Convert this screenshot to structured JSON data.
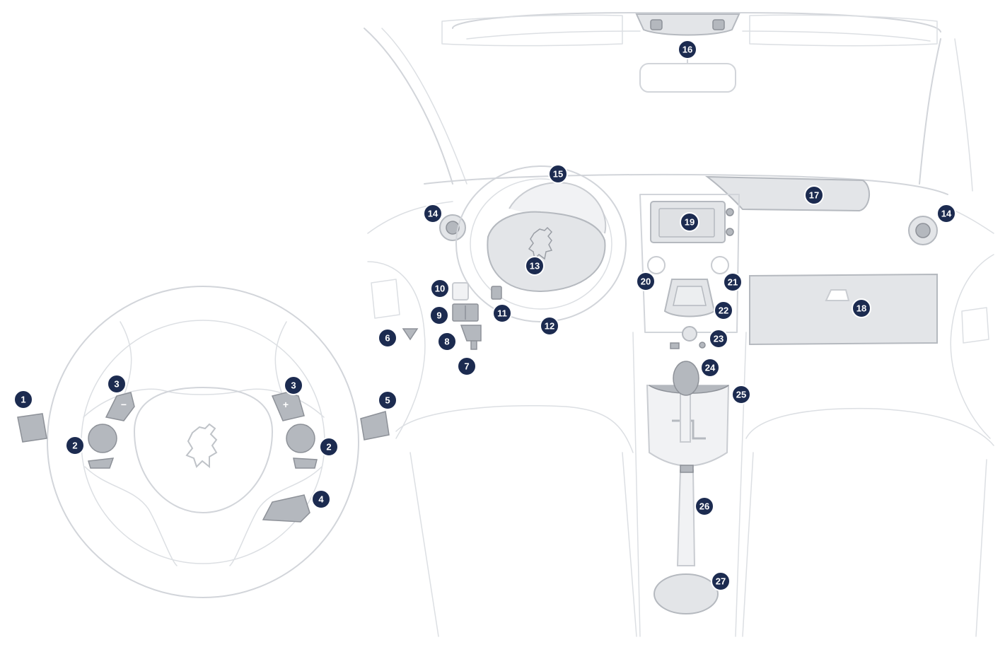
{
  "colors": {
    "badge_fill": "#1c2b50",
    "badge_text": "#ffffff",
    "outline": "#d2d5da",
    "control_grey": "#b4b8be",
    "panel_fill": "#e3e5e8"
  },
  "steering_wheel": {
    "paddle_minus": "−",
    "paddle_plus": "+",
    "callouts": [
      "1",
      "2",
      "3",
      "3",
      "2",
      "4",
      "5"
    ],
    "second_callout_2": "2"
  },
  "cabin": {
    "callouts": [
      "6",
      "7",
      "8",
      "9",
      "10",
      "11",
      "12",
      "13",
      "14",
      "15",
      "16",
      "17",
      "18",
      "19",
      "20",
      "21",
      "22",
      "23",
      "24",
      "25",
      "26",
      "27"
    ],
    "second_callout_14": "14"
  },
  "icons": {
    "brand_logo": "lion-emblem-icon"
  }
}
